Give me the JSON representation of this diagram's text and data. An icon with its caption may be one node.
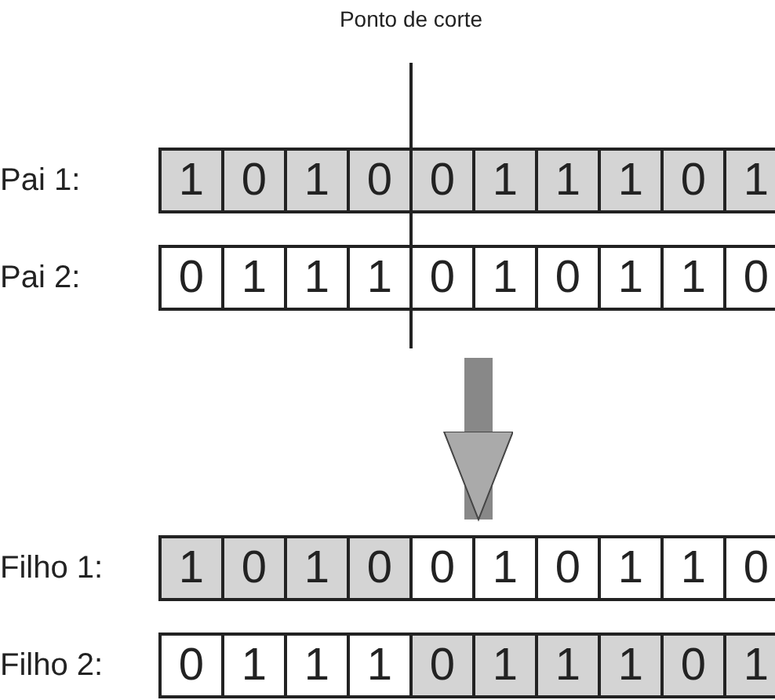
{
  "diagram": {
    "nodes": [
      {
        "text": [
          "Pai 1:"
        ]
      },
      {
        "text": [
          "1"
        ],
        "in": 0
      },
      {
        "text": [
          "0"
        ],
        "in": 0
      },
      {
        "text": [
          "1"
        ],
        "in": 0
      },
      {
        "text": [
          "0"
        ],
        "in": 0
      },
      {
        "text": [
          "0"
        ],
        "in": 0
      },
      {
        "text": [
          "1"
        ],
        "in": 0
      },
      {
        "text": [
          "1"
        ],
        "in": 0
      },
      {
        "text": [
          "1"
        ],
        "in": 0
      },
      {
        "text": [
          "0"
        ],
        "in": 0
      },
      {
        "text": [
          "1"
        ],
        "in": 0
      },
      {
        "text": [
          "Pai 2:"
        ]
      },
      {
        "text": [
          "0"
        ],
        "in": 11
      },
      {
        "text": [
          "1"
        ],
        "in": 11
      },
      {
        "text": [
          "1"
        ],
        "in": 11
      },
      {
        "text": [
          "1"
        ],
        "in": 11
      },
      {
        "text": [
          "0"
        ],
        "in": 11
      },
      {
        "text": [
          "1"
        ],
        "in": 11
      },
      {
        "text": [
          "0"
        ],
        "in": 11
      },
      {
        "text": [
          "1"
        ],
        "in": 11
      },
      {
        "text": [
          "1"
        ],
        "in": 11
      },
      {
        "text": [
          "0"
        ],
        "in": 11
      },
      {
        "text": [
          "Filho 1:"
        ]
      },
      {
        "text": [
          "1"
        ],
        "in": 22
      },
      {
        "text": [
          "0"
        ],
        "in": 22
      },
      {
        "text": [
          "1"
        ],
        "in": 22
      },
      {
        "text": [
          "0"
        ],
        "in": 22
      },
      {
        "text": [
          "0"
        ],
        "in": 22
      },
      {
        "text": [
          "1"
        ],
        "in": 22
      },
      {
        "text": [
          "0"
        ],
        "in": 22
      },
      {
        "text": [
          "1"
        ],
        "in": 22
      },
      {
        "text": [
          "1"
        ],
        "in": 22
      },
      {
        "text": [
          "0"
        ],
        "in": 22
      },
      {
        "text": [
          "Filho 2:"
        ]
      },
      {
        "text": [
          "0"
        ],
        "in": 33
      },
      {
        "text": [
          "1"
        ],
        "in": 33
      },
      {
        "text": [
          "1"
        ],
        "in": 33
      },
      {
        "text": [
          "1"
        ],
        "in": 33
      },
      {
        "text": [
          "0"
        ],
        "in": 33
      },
      {
        "text": [
          "1"
        ],
        "in": 33
      },
      {
        "text": [
          "1"
        ],
        "in": 33
      },
      {
        "text": [
          "1"
        ],
        "in": 33
      },
      {
        "text": [
          "0"
        ],
        "in": 33
      },
      {
        "text": [
          "1"
        ],
        "in": 33
      }
    ],
    "edges": [
      {
        "from": 11,
        "to": 22,
        "arrow": "to"
      }
    ],
    "labels": [
      "Ponto de corte"
    ]
  }
}
